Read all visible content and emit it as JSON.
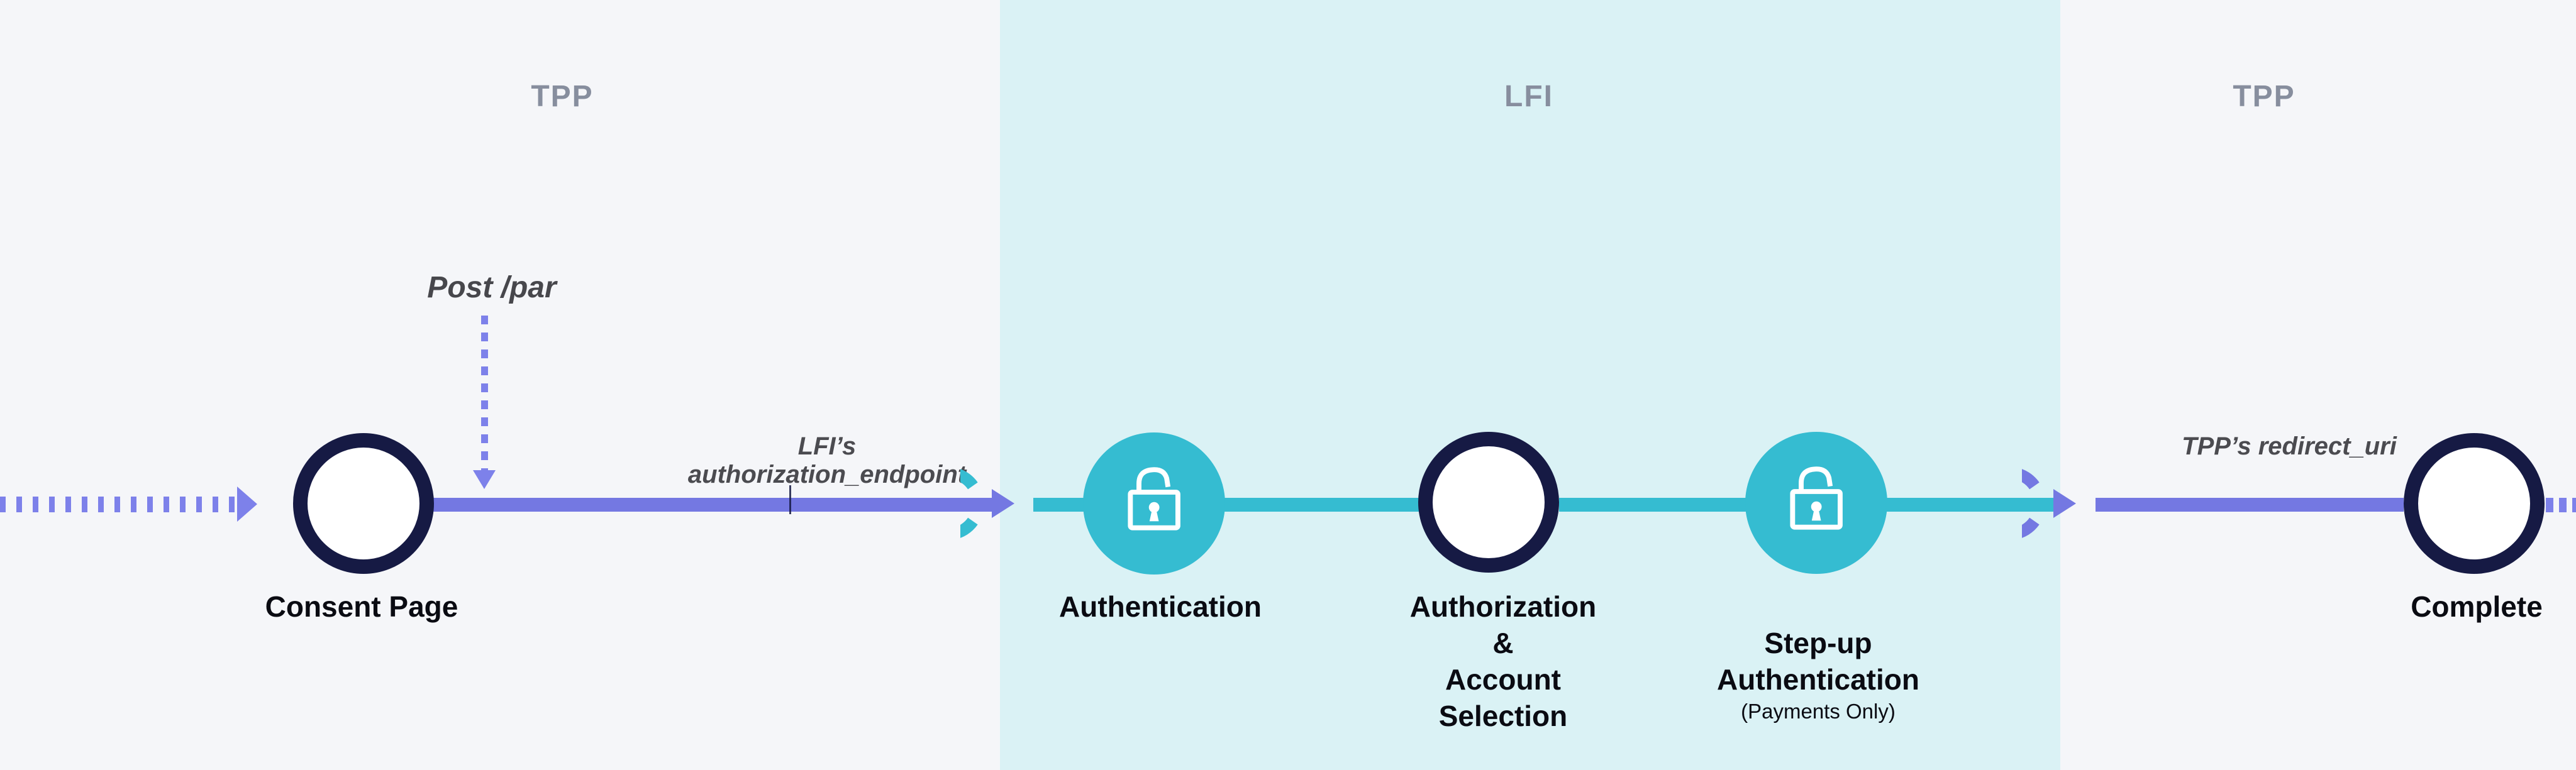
{
  "zones": [
    {
      "label": "TPP"
    },
    {
      "label": "LFI"
    },
    {
      "label": "TPP"
    }
  ],
  "annotations": {
    "post_par": "Post /par",
    "authorization_endpoint": "LFI’s authorization_endpoint",
    "redirect_uri": "TPP’s redirect_uri"
  },
  "nodes": [
    {
      "id": "consent-page",
      "label": "Consent Page",
      "style": "outline"
    },
    {
      "id": "authentication",
      "label": "Authentication",
      "style": "filled-lock"
    },
    {
      "id": "authorization",
      "label": "Authorization\n&\nAccount Selection",
      "style": "outline"
    },
    {
      "id": "step-up-authentication",
      "label": "Step-up\nAuthentication",
      "sublabel": "(Payments Only)",
      "style": "filled-lock"
    },
    {
      "id": "complete",
      "label": "Complete",
      "style": "outline"
    }
  ],
  "icons": {
    "lock": "open-padlock-icon",
    "ring_arrow": "redirect-arrow-icon"
  },
  "colors": {
    "purple": "#7478e2",
    "purple_light": "#7d81ea",
    "teal": "#35bcd1",
    "navy": "#161a44",
    "lfi_bg": "#daf2f5",
    "tpp_bg": "#f5f6f9",
    "zone_label": "#878e9e",
    "annotation": "#4b4b50",
    "node_label": "#0a0b12"
  }
}
